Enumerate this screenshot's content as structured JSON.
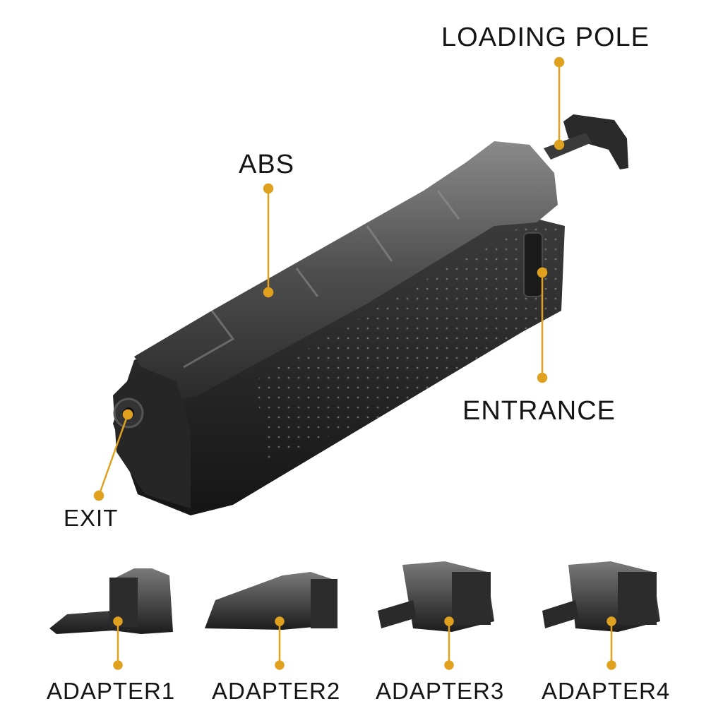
{
  "diagram": {
    "callouts": {
      "loading_pole": "LOADING POLE",
      "abs": "ABS",
      "entrance": "ENTRANCE",
      "exit": "EXIT"
    },
    "adapters": [
      "ADAPTER1",
      "ADAPTER2",
      "ADAPTER3",
      "ADAPTER4"
    ],
    "colors": {
      "accent": "#E0A21E",
      "body_dark": "#1f1f1f",
      "body_mid": "#3a3a3a",
      "body_light": "#6a6a6a",
      "text": "#151515",
      "background": "#ffffff"
    }
  }
}
